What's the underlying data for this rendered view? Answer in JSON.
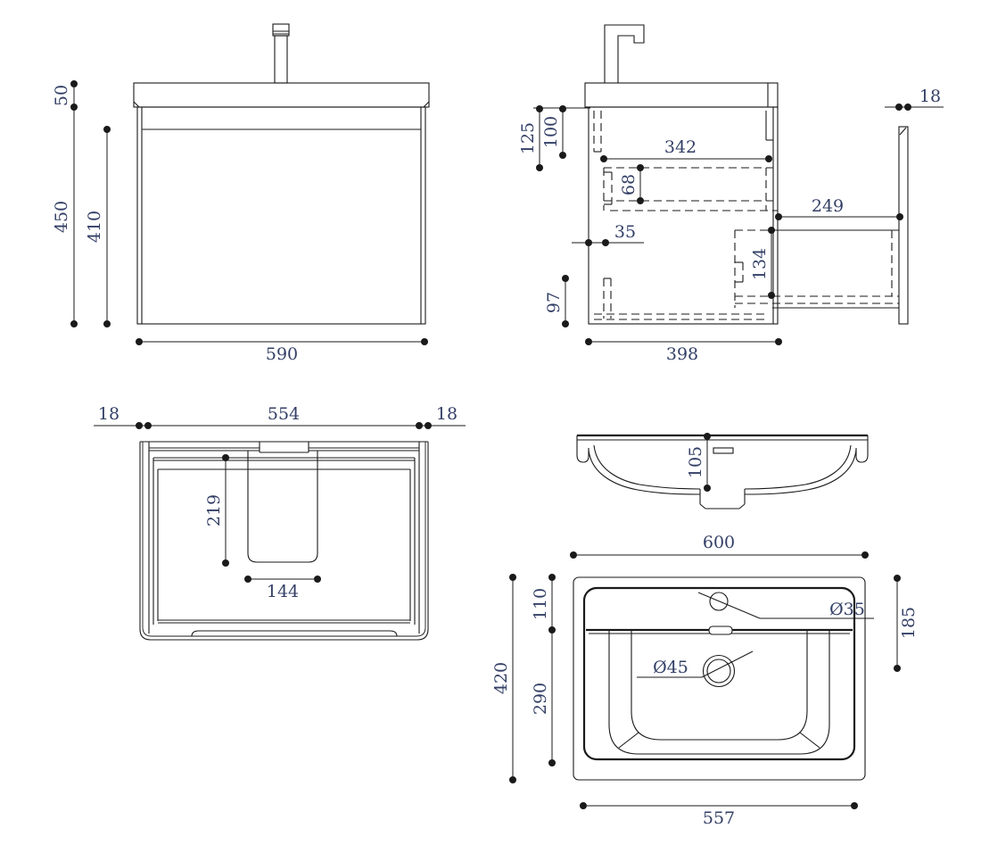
{
  "drawing": {
    "title": "vanity-unit-technical-drawing",
    "front": {
      "d50": "50",
      "d450": "450",
      "d410": "410",
      "d590": "590"
    },
    "side": {
      "d125": "125",
      "d100": "100",
      "d342": "342",
      "d68": "68",
      "d35": "35",
      "d134": "134",
      "d97": "97",
      "d398": "398",
      "d249": "249",
      "d18": "18"
    },
    "plan": {
      "d18l": "18",
      "d554": "554",
      "d18r": "18",
      "d219": "219",
      "d144": "144"
    },
    "section": {
      "d105": "105"
    },
    "basin": {
      "d600": "600",
      "d420": "420",
      "d110": "110",
      "d290": "290",
      "d185": "185",
      "d557": "557",
      "dia35": "Ø35",
      "dia45": "Ø45"
    },
    "colors": {
      "line": "#1a1a1a",
      "dim_text": "#333f66",
      "background": "#ffffff"
    }
  }
}
